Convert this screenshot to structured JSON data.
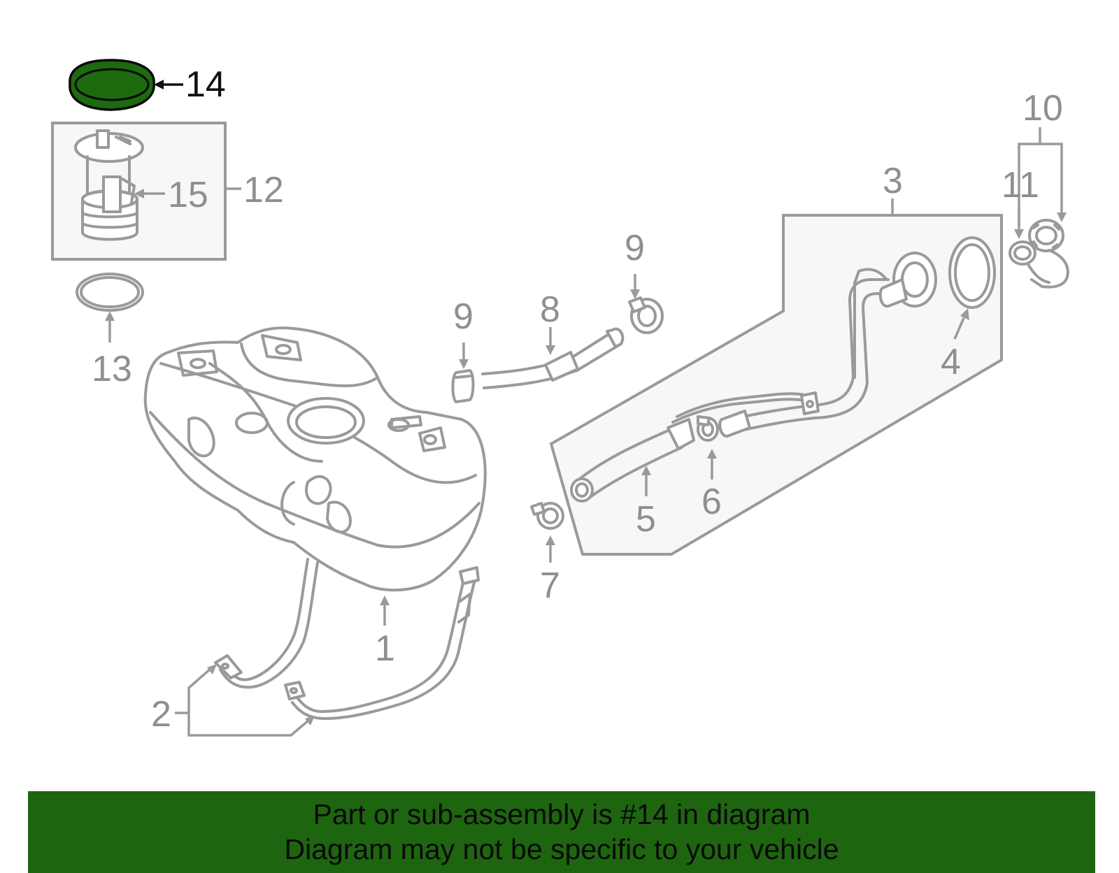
{
  "colors": {
    "line": "#9a9a9a",
    "highlight": "#1e6a0e",
    "banner_background": "#1e6510",
    "banner_text": "#0a0a0a"
  },
  "callouts": {
    "c1": "1",
    "c2": "2",
    "c3": "3",
    "c4": "4",
    "c5": "5",
    "c6": "6",
    "c7": "7",
    "c8": "8",
    "c9a": "9",
    "c9b": "9",
    "c10": "10",
    "c11": "11",
    "c12": "12",
    "c13": "13",
    "c14": "14",
    "c15": "15"
  },
  "highlighted_part": "14",
  "banner": {
    "line1": "Part or sub-assembly is #14 in diagram",
    "line2": "Diagram may not be specific to your vehicle"
  }
}
